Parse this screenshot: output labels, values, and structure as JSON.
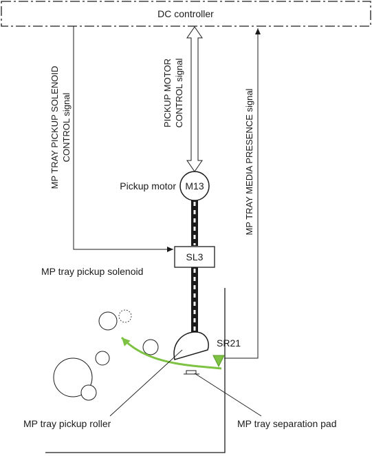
{
  "controller": {
    "label": "DC controller"
  },
  "signals": {
    "solenoid_control": {
      "line1": "MP TRAY PICKUP SOLENOID",
      "line2": "CONTROL signal"
    },
    "motor_control": {
      "line1": "PICKUP MOTOR",
      "line2": "CONTROL signal"
    },
    "media_presence": {
      "label": "MP TRAY MEDIA PRESENCE signal"
    }
  },
  "components": {
    "motor": {
      "id": "M13",
      "label": "Pickup motor"
    },
    "solenoid": {
      "id": "SL3",
      "label": "MP tray pickup solenoid"
    },
    "sensor": {
      "id": "SR21"
    },
    "pickup_roller": {
      "label": "MP tray pickup roller"
    },
    "separation_pad": {
      "label": "MP tray separation pad"
    }
  },
  "colors": {
    "line": "#1a1a1a",
    "paper_path": "#7dc242",
    "background": "#ffffff"
  }
}
